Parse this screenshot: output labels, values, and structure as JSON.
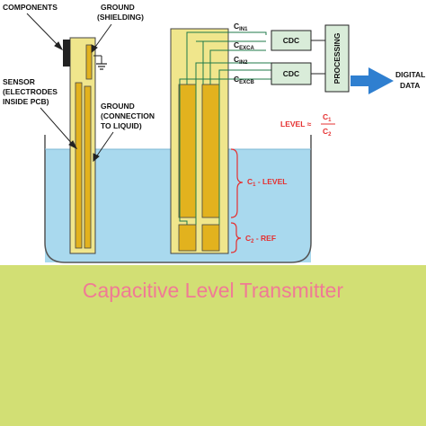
{
  "diagram": {
    "labels": {
      "components": "COMPONENTS",
      "ground_1": "GROUND",
      "ground_2": "(SHIELDING)",
      "sensor_1": "SENSOR",
      "sensor_2": "(ELECTRODES",
      "sensor_3": "INSIDE PCB)",
      "gnd_liquid_1": "GROUND",
      "gnd_liquid_2": "(CONNECTION",
      "gnd_liquid_3": "TO LIQUID)",
      "cin1_main": "C",
      "cin1_sub": "IN1",
      "cexca_main": "C",
      "cexca_sub": "EXCA",
      "cin2_main": "C",
      "cin2_sub": "IN2",
      "cexcb_main": "C",
      "cexcb_sub": "EXCB",
      "cdc_a": "CDC",
      "cdc_b": "CDC",
      "processing": "PROCESSING",
      "digital_1": "DIGITAL",
      "digital_2": "DATA",
      "level_eq": "LEVEL ≈",
      "frac_num_main": "C",
      "frac_num_sub": "1",
      "frac_den_main": "C",
      "frac_den_sub": "2",
      "c1_main": "C",
      "c1_sub": "1",
      "c1_rest": " - LEVEL",
      "c2_main": "C",
      "c2_sub": "2",
      "c2_rest": " - REF"
    },
    "colors": {
      "liquid": "#a9d9ee",
      "probe": "#f0e68c",
      "electrode": "#e2b21e",
      "wire": "#1f7a4a",
      "cdc_box": "#d9ecd9",
      "arrow": "#2f7fd0",
      "equation": "#e53030",
      "banner": "#d2df74",
      "banner_text": "#f07a95"
    }
  },
  "banner": {
    "title": "Capacitive Level Transmitter"
  }
}
